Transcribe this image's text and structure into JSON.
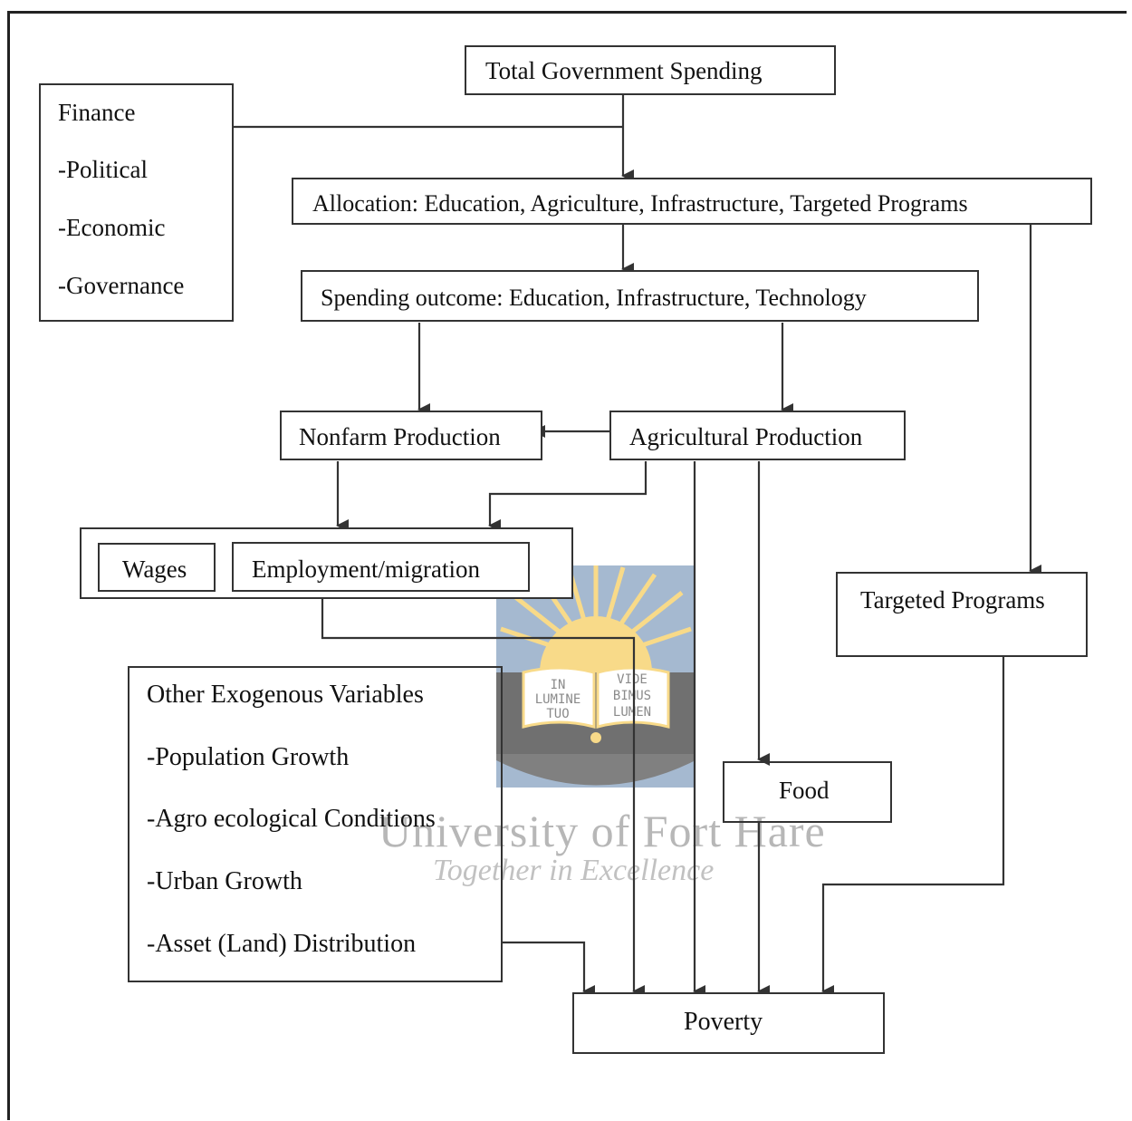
{
  "top": {
    "total_spending": "Total Government Spending"
  },
  "factors": {
    "title": "Finance",
    "items": [
      "-Political",
      "-Economic",
      "-Governance"
    ]
  },
  "allocation": "Allocation: Education, Agriculture, Infrastructure, Targeted Programs",
  "outcome": "Spending outcome: Education, Infrastructure, Technology",
  "nonfarm": "Nonfarm Production",
  "agricultural": "Agricultural Production",
  "wages": "Wages",
  "employment": "Employment/migration",
  "targeted": "Targeted Programs",
  "exogenous": {
    "title": "Other Exogenous Variables",
    "items": [
      "-Population Growth",
      "-Agro ecological Conditions",
      "-Urban Growth",
      "-Asset (Land) Distribution"
    ]
  },
  "food": "Food",
  "poverty": "Poverty",
  "watermark": {
    "institution": "University of Fort Hare",
    "motto": "Together in Excellence",
    "book_left": [
      "IN",
      "LUMINE",
      "TUO"
    ],
    "book_right": [
      "VIDE",
      "BIMUS",
      "LUMEN"
    ]
  },
  "colors": {
    "line": "#333333",
    "seal_yellow": "#f4c542",
    "seal_blue": "#6f8fb4",
    "seal_dark": "#1a1a1a"
  }
}
